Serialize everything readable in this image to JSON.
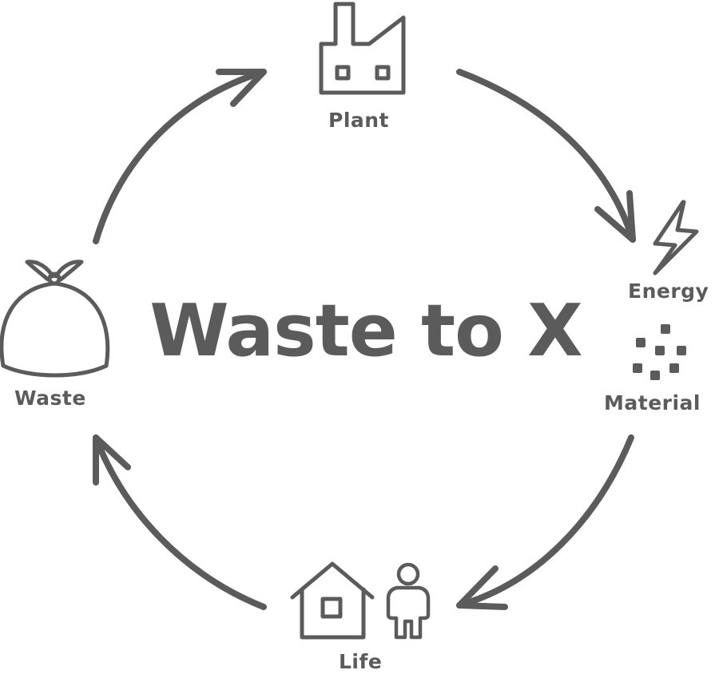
{
  "title": "Waste to X",
  "nodes": {
    "plant": "Plant",
    "energy": "Energy",
    "material": "Material",
    "life": "Life",
    "waste": "Waste"
  },
  "colors": {
    "stroke": "#5b5b5b",
    "background": "#ffffff"
  },
  "icons": [
    "factory-icon",
    "lightning-icon",
    "particles-icon",
    "house-icon",
    "person-icon",
    "garbage-bag-icon"
  ]
}
